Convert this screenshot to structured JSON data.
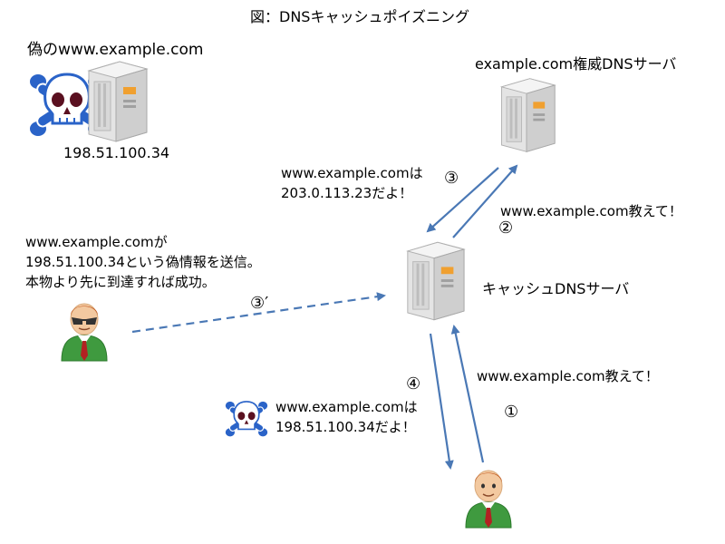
{
  "title": "図：DNSキャッシュポイズニング",
  "fake_server": {
    "label": "偽のwww.example.com",
    "ip": "198.51.100.34"
  },
  "auth_server": {
    "label": "example.com権威DNSサーバ"
  },
  "cache_server": {
    "label": "キャッシュDNSサーバ"
  },
  "messages": {
    "step3_reply": "www.example.comは\n203.0.113.23だよ！",
    "step2_query": "www.example.com教えて！",
    "step1_query": "www.example.com教えて！",
    "step4_reply": "www.example.comは\n198.51.100.34だよ！",
    "attacker_note": "www.example.comが\n198.51.100.34という偽情報を送信。\n本物より先に到達すれば成功。"
  },
  "steps": {
    "s1": "①",
    "s2": "②",
    "s3": "③",
    "s3p": "③′",
    "s4": "④"
  },
  "colors": {
    "arrow": "#4a78b5",
    "skull": "#2a63c8",
    "server_accent": "#f0a030",
    "person_shirt": "#3f9a3f",
    "person_tie": "#b22222"
  }
}
